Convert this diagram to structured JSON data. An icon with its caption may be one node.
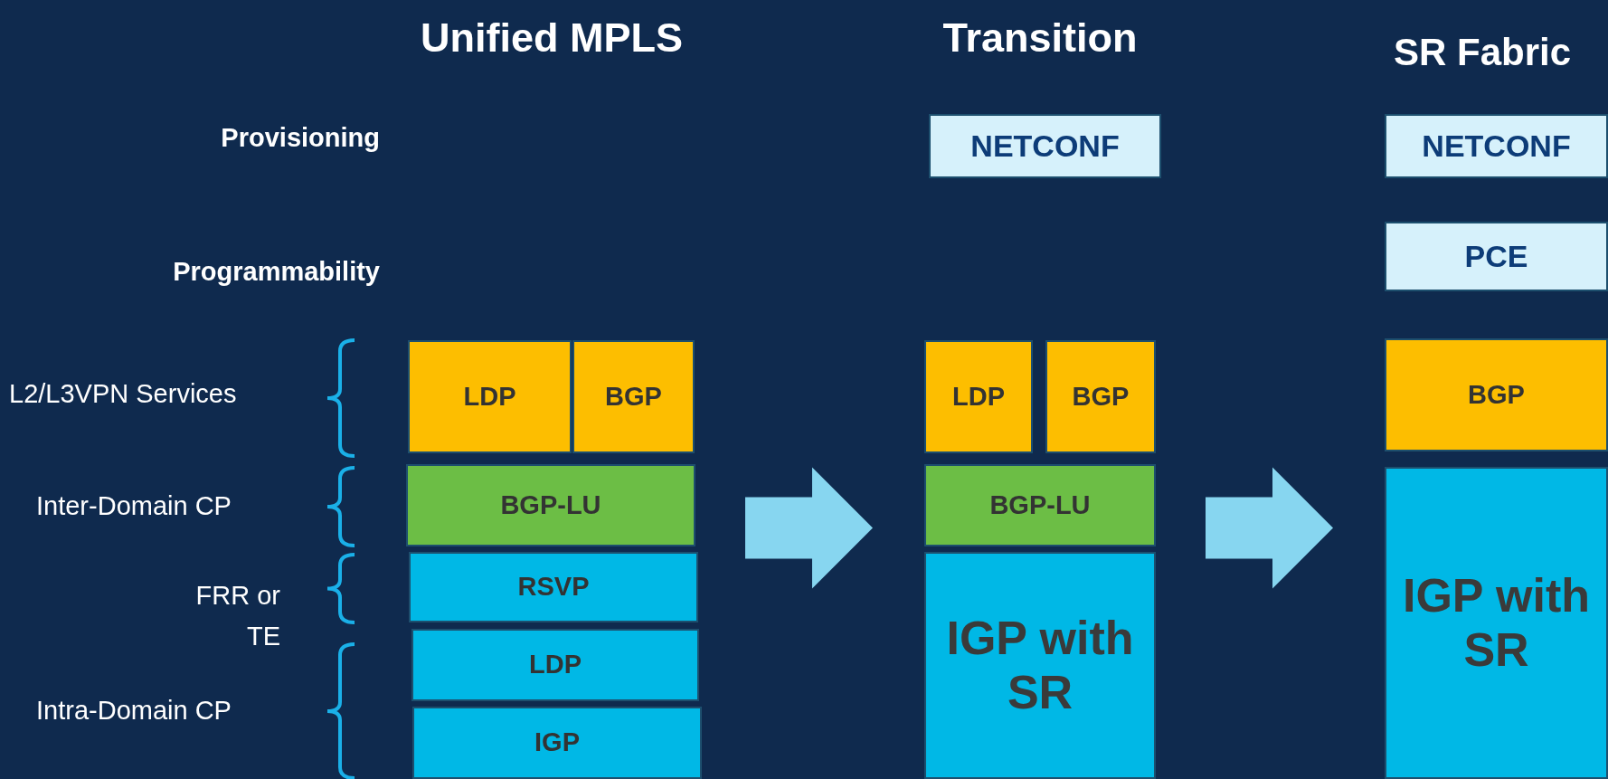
{
  "diagram": {
    "nodes": [
      {
        "text": [
          "LDP"
        ]
      },
      {
        "text": [
          "BGP"
        ]
      },
      {
        "text": [
          "BGP-LU"
        ]
      },
      {
        "text": [
          "RSVP"
        ]
      },
      {
        "text": [
          "LDP"
        ]
      },
      {
        "text": [
          "IGP"
        ]
      },
      {
        "text": [
          "NETCONF"
        ]
      },
      {
        "text": [
          "LDP"
        ]
      },
      {
        "text": [
          "BGP"
        ]
      },
      {
        "text": [
          "BGP-LU"
        ]
      },
      {
        "text": [
          "IGP with SR"
        ]
      },
      {
        "text": [
          "NETCONF"
        ]
      },
      {
        "text": [
          "PCE"
        ]
      },
      {
        "text": [
          "BGP"
        ]
      },
      {
        "text": [
          "IGP with SR"
        ]
      }
    ],
    "edges": [
      {
        "from": 2,
        "to": 9,
        "arrow": "to"
      },
      {
        "from": 9,
        "to": 14,
        "arrow": "to"
      }
    ],
    "labels": [
      "Unified MPLS",
      "Transition",
      "SR Fabric",
      "Provisioning",
      "Programmability",
      "L2/L3VPN Services",
      "Inter-Domain CP",
      "FRR or TE",
      "Intra-Domain CP"
    ]
  }
}
